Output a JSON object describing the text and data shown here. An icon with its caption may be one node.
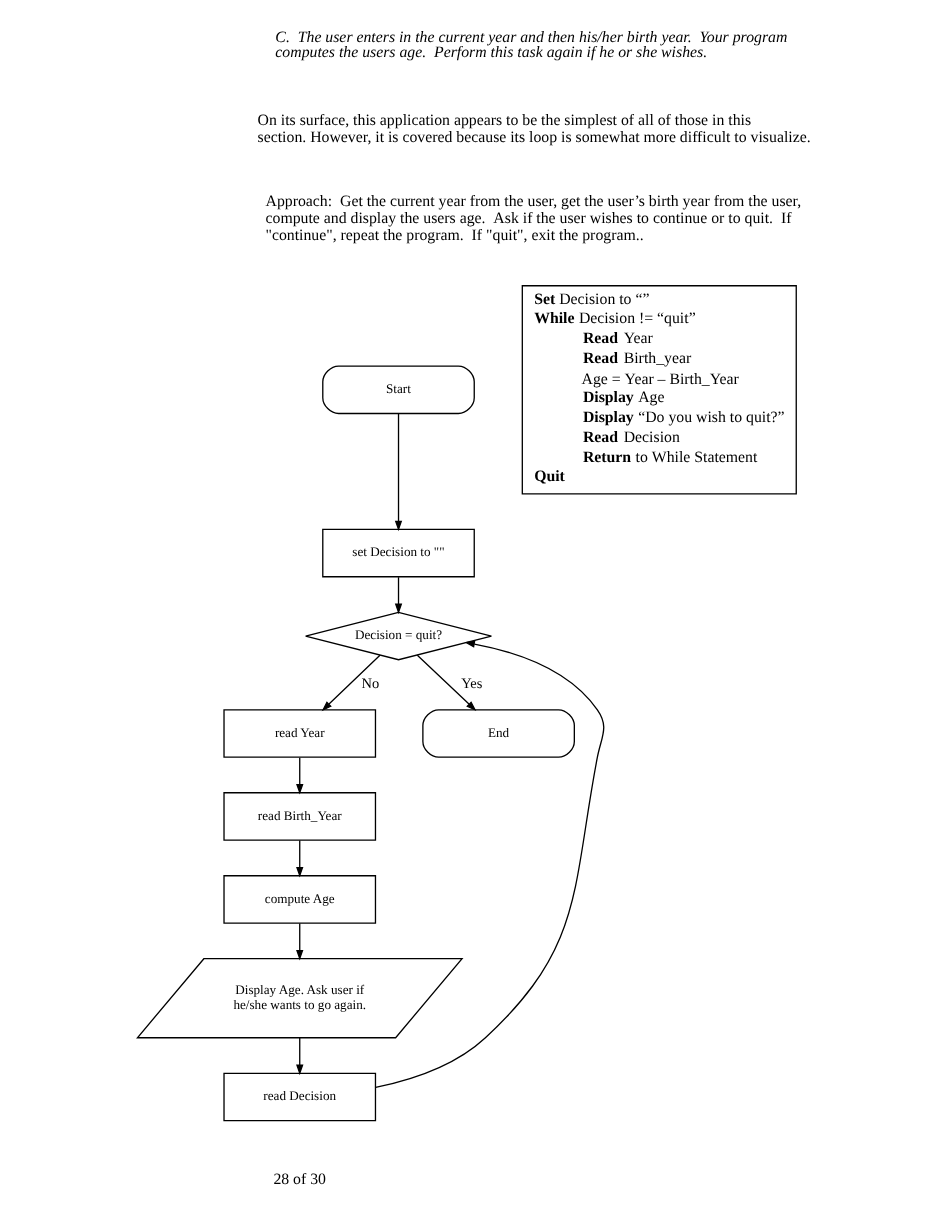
{
  "diagram": {
    "nodes": [
      {
        "text": [
          "Start"
        ]
      },
      {
        "text": [
          "set Decision to \"\""
        ]
      },
      {
        "text": [
          "Decision = quit?"
        ]
      },
      {
        "text": [
          "read Year"
        ]
      },
      {
        "text": [
          "read Birth_Year"
        ]
      },
      {
        "text": [
          "compute Age"
        ]
      },
      {
        "text": [
          "Display Age. Ask user if he/she wants to go again."
        ]
      },
      {
        "text": [
          "read Decision"
        ]
      },
      {
        "text": [
          "End"
        ]
      },
      {
        "text": [
          "**Set** Decision to “”",
          "**While** Decision != “quit”",
          "**Read** Year",
          "**Read** Birth_year",
          "Age = Year – Birth_Year",
          "**Display** Age",
          "**Display** “Do you wish to quit?”",
          "**Read** Decision",
          "**Return** to While Statement",
          "**Quit**"
        ]
      }
    ],
    "edges": [
      {
        "from": 0,
        "to": 1,
        "arrow": "to"
      },
      {
        "from": 1,
        "to": 2,
        "arrow": "to"
      },
      {
        "from": 2,
        "to": 8,
        "arrow": "to",
        "label": "Yes"
      },
      {
        "from": 2,
        "to": 3,
        "arrow": "to",
        "label": "No"
      },
      {
        "from": 3,
        "to": 4,
        "arrow": "to"
      },
      {
        "from": 4,
        "to": 5,
        "arrow": "to"
      },
      {
        "from": 5,
        "to": 6,
        "arrow": "to"
      },
      {
        "from": 6,
        "to": 7,
        "arrow": "to"
      },
      {
        "from": 7,
        "to": 2,
        "arrow": "to"
      }
    ],
    "labels": [
      "C.  The user enters in the current year and then his/her birth year.  Your program computes the users age.  Perform this task again if he or she wishes.",
      "On its surface, this application appears to be the simplest of all of those in this section. However, it is covered because its loop is somewhat more difficult to visualize.",
      "Approach:  Get the current year from the user, get the user’s birth year from the user, compute and display the users age.  Ask if the user wishes to continue or to quit.  If \"continue\", repeat the program.  If \"quit\", exit the program..",
      "28 of 30"
    ]
  }
}
